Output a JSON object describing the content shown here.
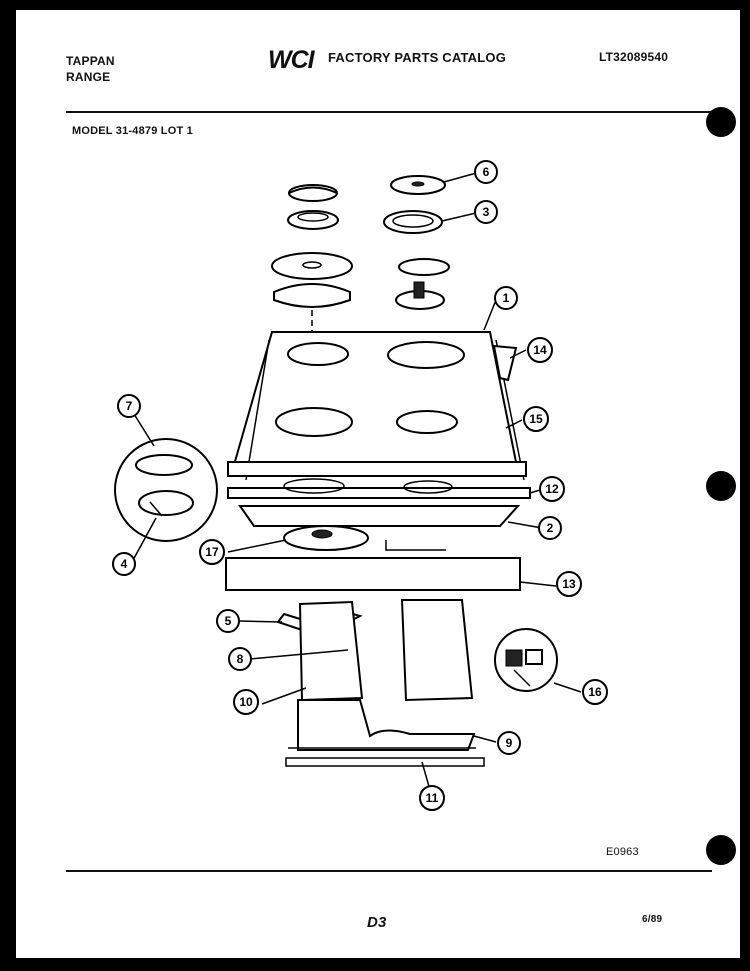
{
  "header": {
    "brand_line1": "TAPPAN",
    "brand_line2": "RANGE",
    "logo": "WCI",
    "catalog_title": "FACTORY PARTS CATALOG",
    "catalog_number": "LT32089540",
    "model": "MODEL 31-4879 LOT 1"
  },
  "footer": {
    "drawing_code": "E0963",
    "page": "D3",
    "date": "6/89"
  },
  "callouts": [
    "6",
    "3",
    "1",
    "14",
    "15",
    "7",
    "4",
    "12",
    "2",
    "17",
    "13",
    "5",
    "8",
    "10",
    "16",
    "9",
    "11"
  ],
  "colors": {
    "paper": "#ffffff",
    "ink": "#000000",
    "border": "#000000"
  }
}
